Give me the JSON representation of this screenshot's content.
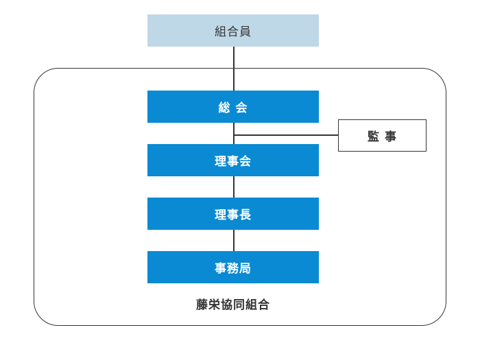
{
  "diagram": {
    "members": "組合員",
    "general_meeting": "総 会",
    "auditor": "監 事",
    "board": "理事会",
    "chairman": "理事長",
    "secretariat": "事務局",
    "organization": "藤栄協同組合"
  },
  "colors": {
    "members_fill": "#bfd8e8",
    "node_fill": "#0a8ad3",
    "line": "#333333"
  }
}
